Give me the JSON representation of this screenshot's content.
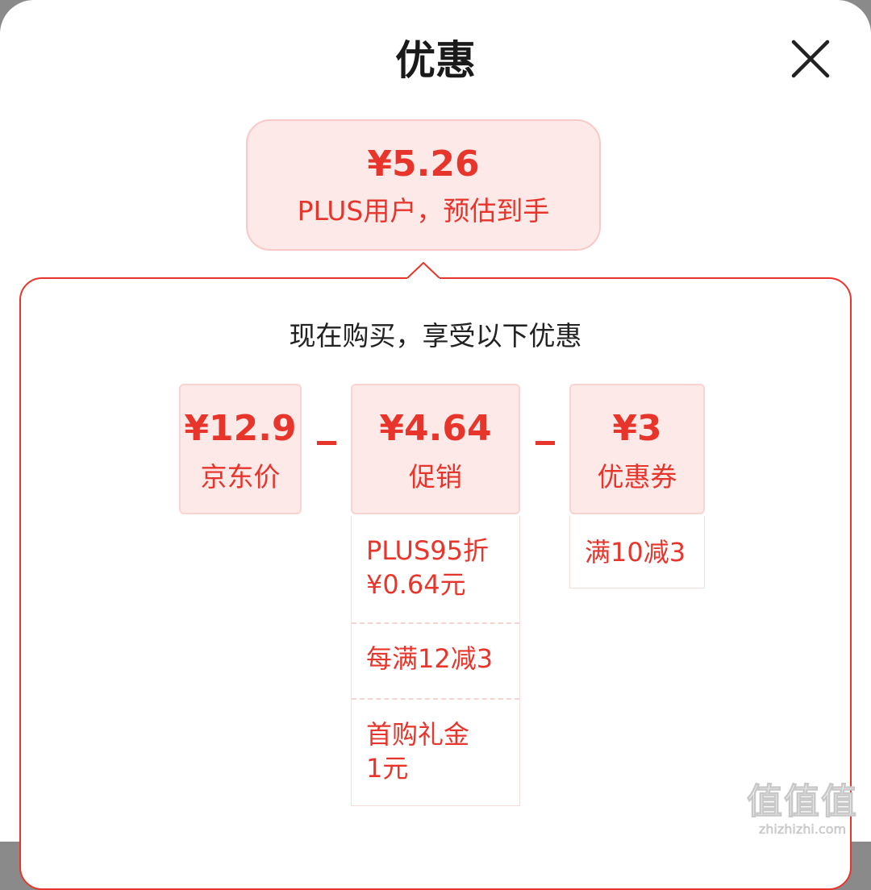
{
  "header": {
    "title": "优惠"
  },
  "estimate": {
    "price": "¥5.26",
    "label": "PLUS用户，预估到手"
  },
  "breakdown": {
    "subtitle": "现在购买，享受以下优惠",
    "cards": [
      {
        "amount": "¥12.9",
        "label": "京东价"
      },
      {
        "amount": "¥4.64",
        "label": "促销"
      },
      {
        "amount": "¥3",
        "label": "优惠券"
      }
    ],
    "promo_items": [
      "PLUS95折\n¥0.64元",
      "每满12减3",
      "首购礼金\n1元"
    ],
    "coupon_items": [
      "满10减3"
    ]
  },
  "watermark": {
    "logo": "值值值",
    "url": "zhizhizhi.com"
  },
  "colors": {
    "accent": "#e8352b",
    "card_bg": "#fde9e8"
  },
  "icons": {
    "close": "close-icon"
  }
}
